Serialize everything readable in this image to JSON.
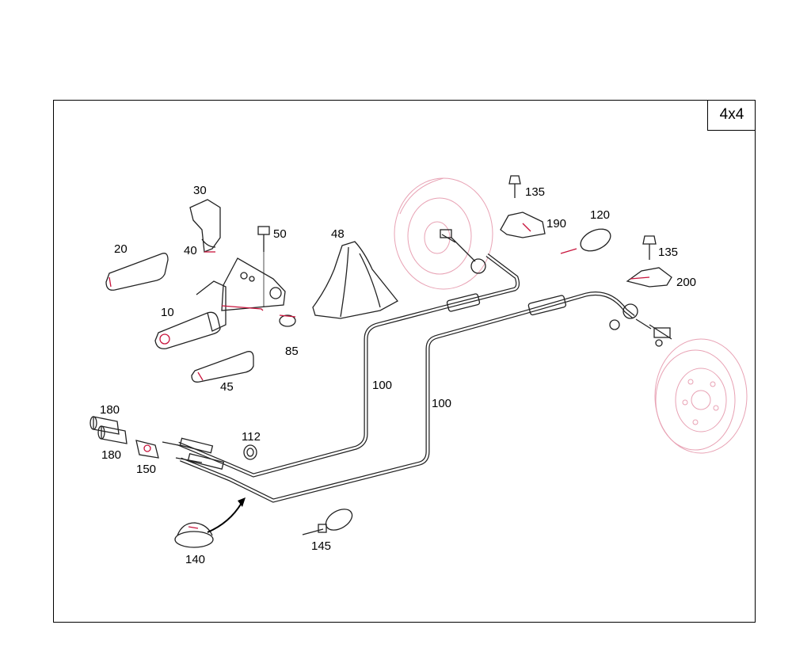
{
  "badge": "4x4",
  "labels": {
    "p10": "10",
    "p20": "20",
    "p30": "30",
    "p40": "40",
    "p45": "45",
    "p48": "48",
    "p50": "50",
    "p85": "85",
    "p100a": "100",
    "p100b": "100",
    "p112": "112",
    "p120": "120",
    "p135a": "135",
    "p135b": "135",
    "p140": "140",
    "p145": "145",
    "p150": "150",
    "p180a": "180",
    "p180b": "180",
    "p190": "190",
    "p200": "200"
  }
}
